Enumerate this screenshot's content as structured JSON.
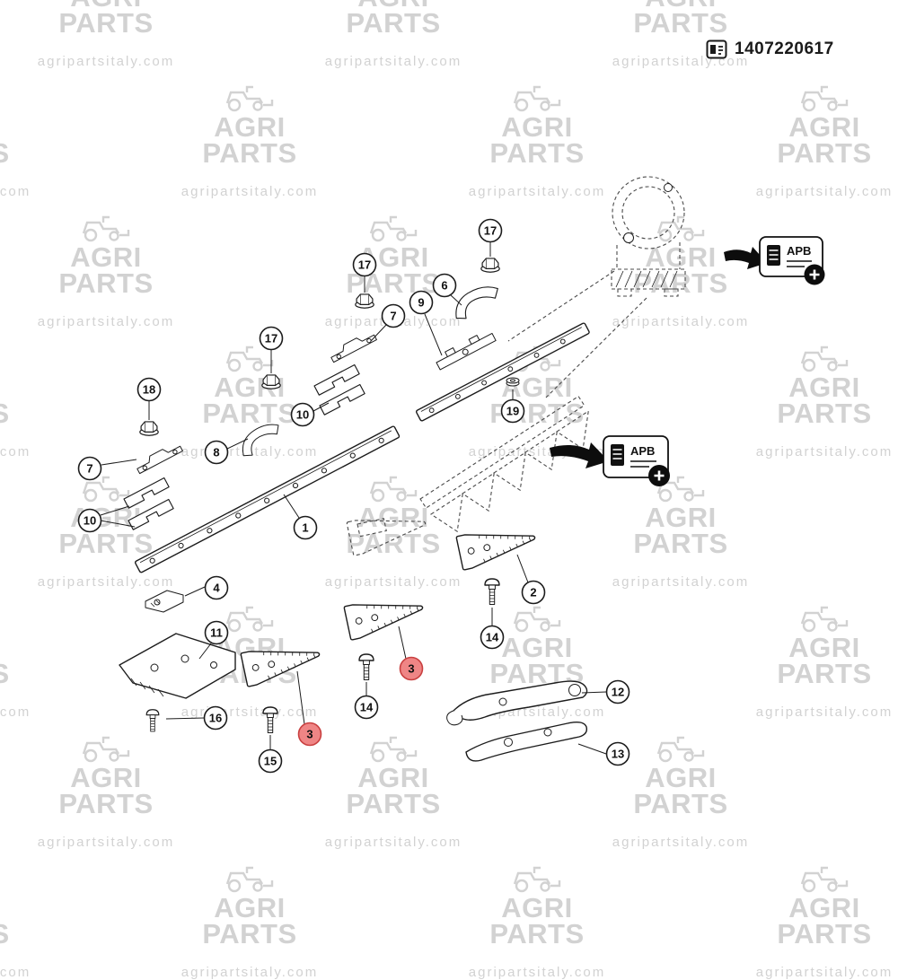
{
  "header": {
    "part_number": "1407220617"
  },
  "watermark": {
    "brand_top": "AGRI",
    "brand_bottom": "PARTS",
    "url": "agripartsitaly.com"
  },
  "apb": {
    "badges": [
      {
        "label": "APB"
      },
      {
        "label": "APB"
      }
    ]
  },
  "diagram": {
    "callouts": [
      {
        "label": "18",
        "highlighted": false
      },
      {
        "label": "7",
        "highlighted": false
      },
      {
        "label": "8",
        "highlighted": false
      },
      {
        "label": "10",
        "highlighted": false
      },
      {
        "label": "17",
        "highlighted": false
      },
      {
        "label": "10",
        "highlighted": false
      },
      {
        "label": "7",
        "highlighted": false
      },
      {
        "label": "17",
        "highlighted": false
      },
      {
        "label": "17",
        "highlighted": false
      },
      {
        "label": "6",
        "highlighted": false
      },
      {
        "label": "9",
        "highlighted": false
      },
      {
        "label": "19",
        "highlighted": false
      },
      {
        "label": "1",
        "highlighted": false
      },
      {
        "label": "4",
        "highlighted": false
      },
      {
        "label": "11",
        "highlighted": false
      },
      {
        "label": "2",
        "highlighted": false
      },
      {
        "label": "3",
        "highlighted": true
      },
      {
        "label": "14",
        "highlighted": false
      },
      {
        "label": "14",
        "highlighted": false
      },
      {
        "label": "3",
        "highlighted": true
      },
      {
        "label": "15",
        "highlighted": false
      },
      {
        "label": "16",
        "highlighted": false
      },
      {
        "label": "12",
        "highlighted": false
      },
      {
        "label": "13",
        "highlighted": false
      }
    ]
  },
  "colors": {
    "line": "#1c1c1c",
    "highlight_fill": "#ef8585",
    "highlight_stroke": "#c94040",
    "watermark": "#d2d2d2"
  }
}
